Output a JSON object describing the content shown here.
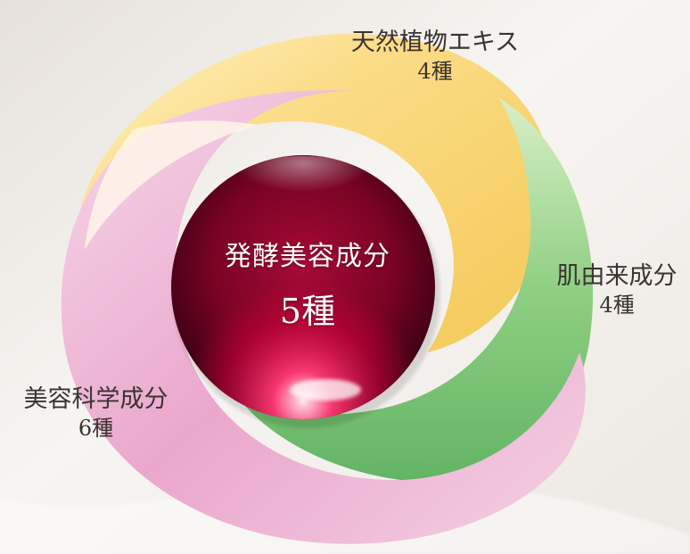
{
  "center": {
    "title": "発酵美容成分",
    "count": "5種"
  },
  "segments": [
    {
      "id": "plant",
      "title": "天然植物エキス",
      "count": "4種",
      "color": "#f6d26a"
    },
    {
      "id": "skin",
      "title": "肌由来成分",
      "count": "4種",
      "color": "#7fc37a"
    },
    {
      "id": "sci",
      "title": "美容科学成分",
      "count": "6種",
      "color": "#e9a4c8"
    }
  ],
  "colors": {
    "background": "#ebe7e2",
    "sphere_dark": "#4a0418",
    "sphere_mid": "#a3002e",
    "sphere_light": "#ff2f6a"
  }
}
